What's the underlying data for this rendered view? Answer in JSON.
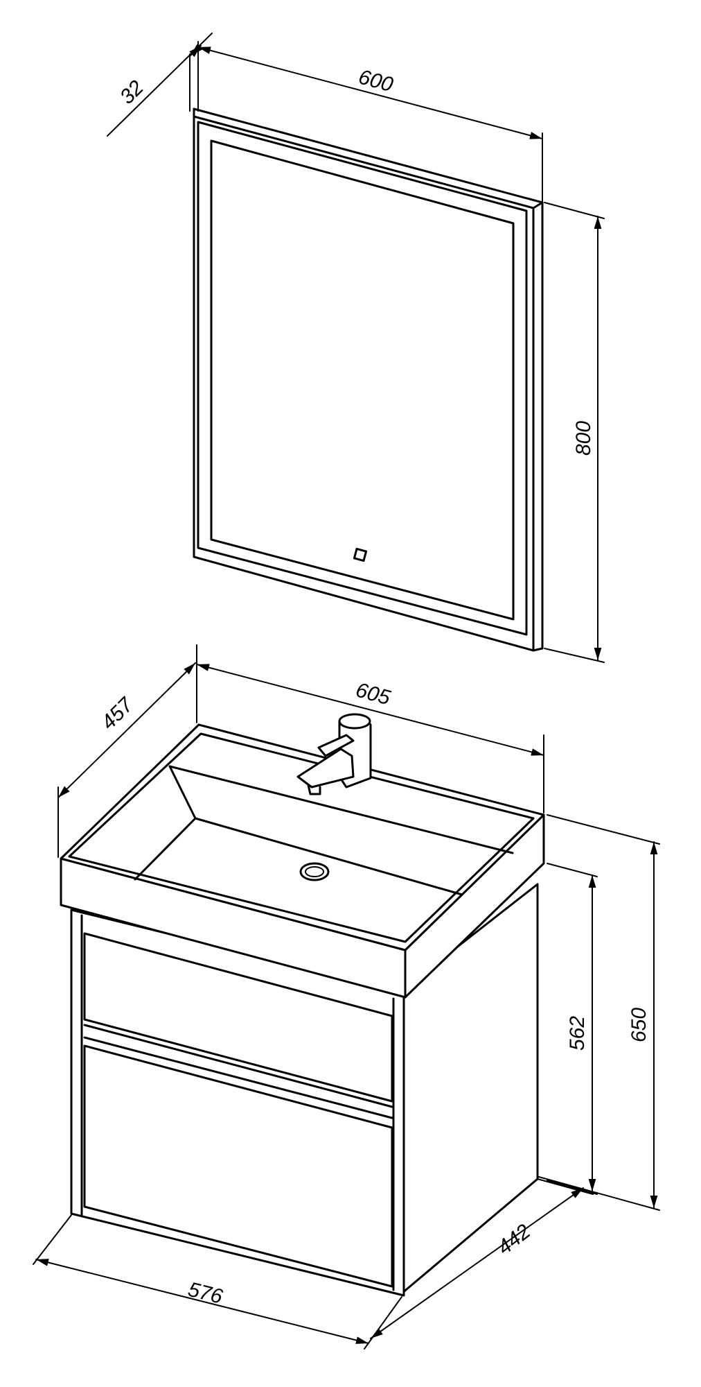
{
  "mirror": {
    "width_label": "600",
    "depth_label": "32",
    "height_label": "800"
  },
  "vanity": {
    "top_width_label": "605",
    "top_depth_label": "457",
    "height_total_label": "650",
    "height_cabinet_label": "562",
    "bottom_width_label": "576",
    "bottom_depth_label": "442"
  }
}
